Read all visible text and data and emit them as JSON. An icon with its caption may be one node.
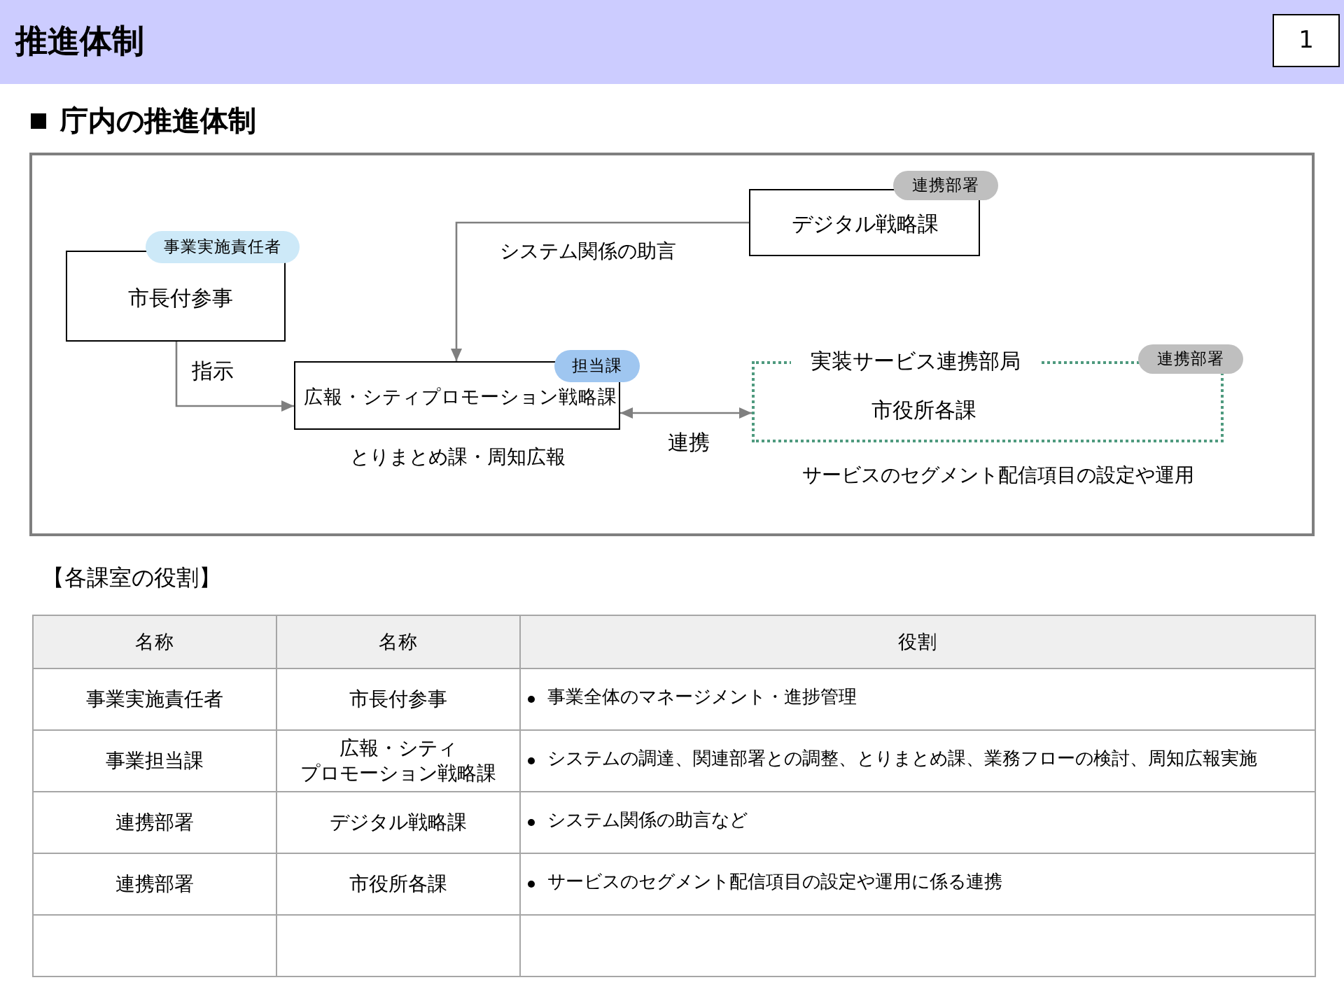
{
  "diagram": {
    "title": "推進体制",
    "nodes": [
      {
        "text": [
          "事業実施責任者",
          "市長付参事"
        ]
      },
      {
        "text": [
          "連携部署",
          "デジタル戦略課"
        ]
      },
      {
        "text": [
          "担当課",
          "広報・シティプロモーション戦略課"
        ],
        "beside": [
          "とりまとめ課・周知広報"
        ]
      },
      {
        "text": [
          "実装サービス連携部局",
          "連携部署",
          "市役所各課"
        ],
        "beside": [
          "サービスのセグメント配信項目の設定や運用"
        ]
      }
    ],
    "edges": [
      {
        "from": 0,
        "to": 2,
        "arrow": "to",
        "label": "指示"
      },
      {
        "from": 1,
        "to": 2,
        "arrow": "to",
        "label": "システム関係の助言"
      },
      {
        "from": 2,
        "to": 3,
        "arrow": "both",
        "label": "連携"
      }
    ],
    "labels": [
      "1",
      "庁内の推進体制",
      "【各課室の役割】",
      "名称",
      "名称",
      "役割",
      "事業実施責任者",
      "市長付参事",
      "事業全体のマネージメント・進捗管理",
      "事業担当課",
      "広報・シティプロモーション戦略課",
      "システムの調達、関連部署との調整、とりまとめ課、業務フローの検討、周知広報実施",
      "連携部署",
      "デジタル戦略課",
      "システム関係の助言など",
      "連携部署",
      "市役所各課",
      "サービスのセグメント配信項目の設定や運用に係る連携"
    ]
  }
}
